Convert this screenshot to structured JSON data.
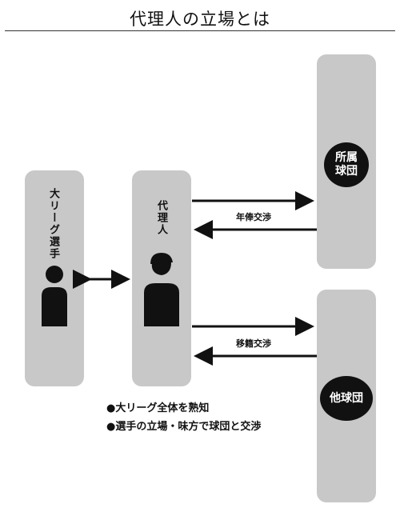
{
  "title": "代理人の立場とは",
  "player": {
    "label": "大リーグ選手"
  },
  "agent": {
    "label": "代理人"
  },
  "own_team": {
    "line1": "所属",
    "line2": "球団"
  },
  "other_team": {
    "label": "他球団"
  },
  "arrows": {
    "salary_label": "年俸交渉",
    "transfer_label": "移籍交渉"
  },
  "notes": [
    "●大リーグ全体を熟知",
    "●選手の立場・味方で球団と交渉"
  ],
  "colors": {
    "box": "#c8c8c8",
    "ink": "#111111",
    "background": "#ffffff"
  }
}
